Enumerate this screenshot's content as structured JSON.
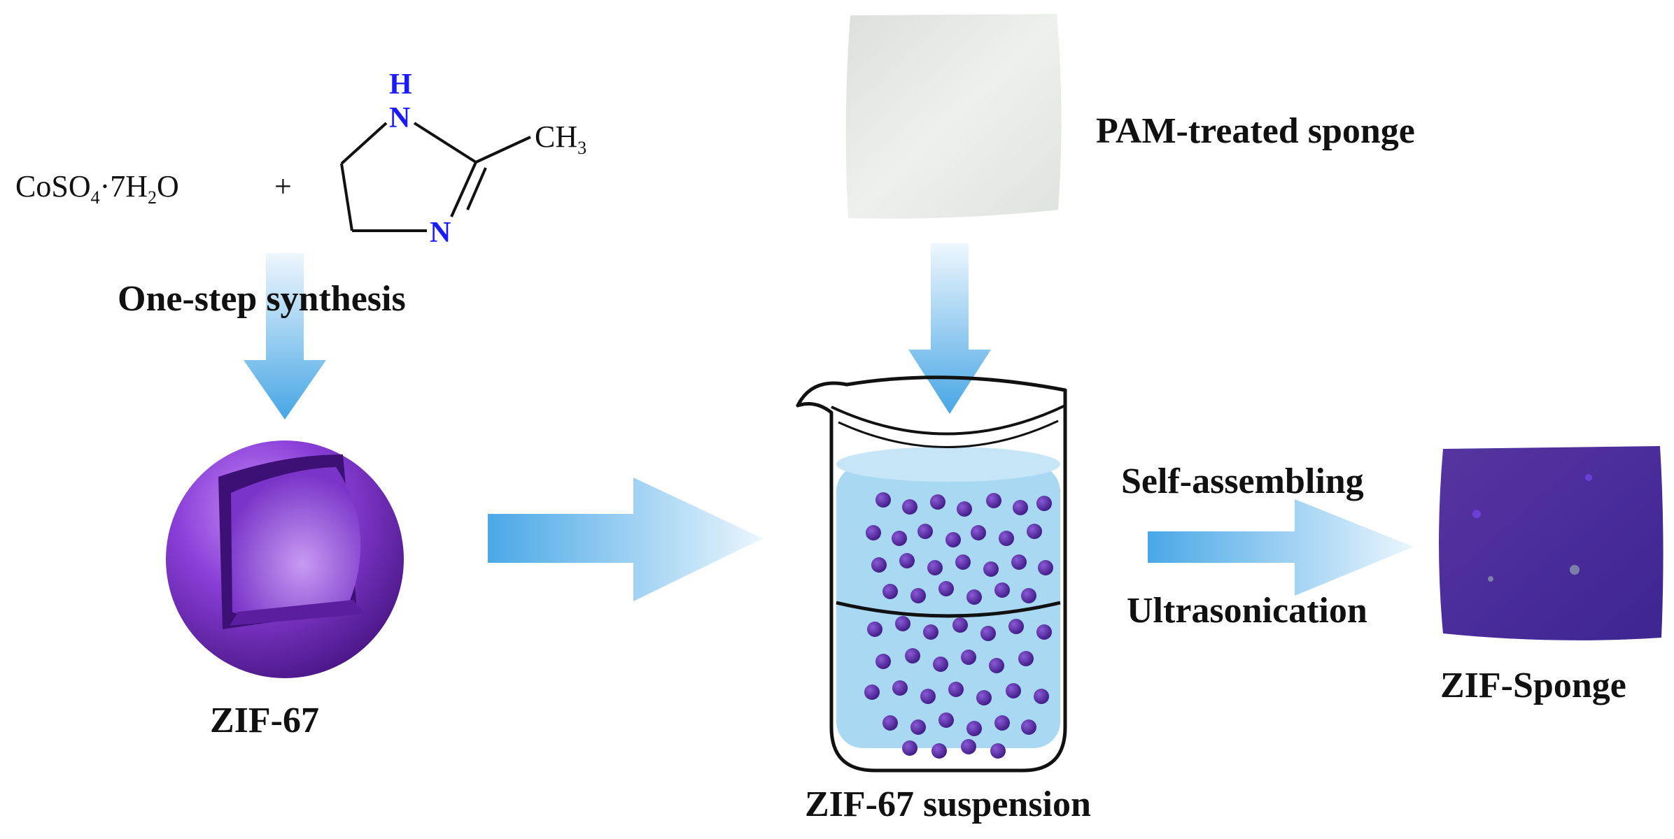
{
  "reactants": {
    "salt": {
      "pre": "CoSO",
      "sub1": "4",
      "mid": "·7H",
      "sub2": "2",
      "post": "O"
    },
    "plus": "+",
    "imidazole": {
      "atom_top": "H",
      "atom_n1": "N",
      "atom_n2": "N",
      "methyl": "CH",
      "methyl_sub": "3"
    }
  },
  "labels": {
    "one_step": "One-step synthesis",
    "zif67": "ZIF-67",
    "pam_sponge": "PAM-treated sponge",
    "suspension": "ZIF-67 suspension",
    "self_assembling": "Self-assembling",
    "ultrasonication": "Ultrasonication",
    "zif_sponge": "ZIF-Sponge"
  },
  "colors": {
    "arrow_dark": "#4aa8e6",
    "arrow_light": "#eaf6fd",
    "sphere": "#7a2fc9",
    "sphere_dark": "#4d1a8a",
    "particle": "#5b2ba8",
    "liquid": "#a9d8f2",
    "sponge_white": "#e9ebe9",
    "sponge_purple": "#4b2b9c",
    "hetero_atom": "#1a1aff"
  }
}
